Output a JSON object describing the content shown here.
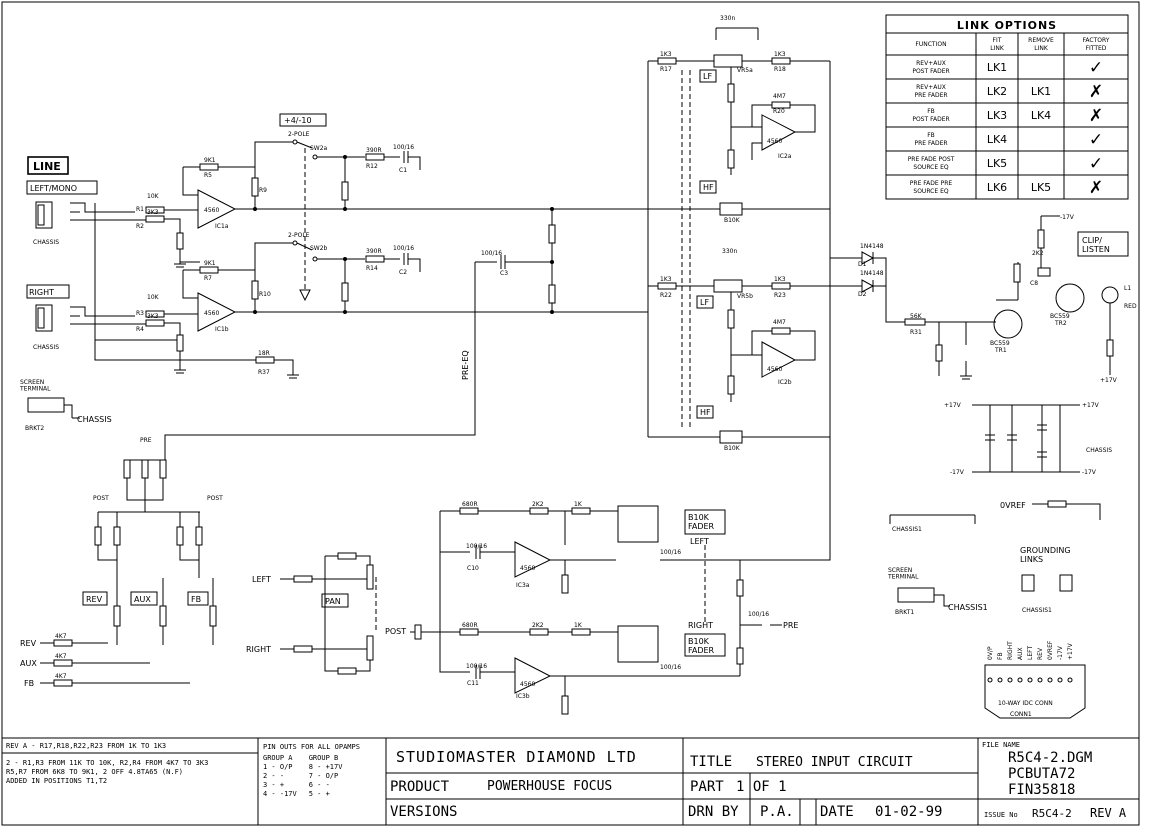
{
  "link_options": {
    "title": "LINK OPTIONS",
    "headers": [
      "FUNCTION",
      "FIT\nLINK",
      "REMOVE\nLINK",
      "FACTORY\nFITTED"
    ],
    "rows": [
      {
        "function": "REV+AUX\nPOST FADER",
        "fit": "LK1",
        "remove": "",
        "fitted": "✓"
      },
      {
        "function": "REV+AUX\nPRE FADER",
        "fit": "LK2",
        "remove": "LK1",
        "fitted": "✗"
      },
      {
        "function": "FB\nPOST FADER",
        "fit": "LK3",
        "remove": "LK4",
        "fitted": "✗"
      },
      {
        "function": "FB\nPRE FADER",
        "fit": "LK4",
        "remove": "",
        "fitted": "✓"
      },
      {
        "function": "PRE FADE POST\nSOURCE EQ",
        "fit": "LK5",
        "remove": "",
        "fitted": "✓"
      },
      {
        "function": "PRE FADE PRE\nSOURCE EQ",
        "fit": "LK6",
        "remove": "LK5",
        "fitted": "✗"
      }
    ]
  },
  "labels": {
    "line": "LINE",
    "left_mono": "LEFT/MONO",
    "right": "RIGHT",
    "chassis": "CHASSIS",
    "plus4_minus10": "+4/-10",
    "clip_listen": "CLIP/\nLISTEN",
    "lf": "LF",
    "hf": "HF",
    "pre_eq": "PRE-EQ",
    "pre": "PRE",
    "post": "POST",
    "rev": "REV",
    "aux": "AUX",
    "fb": "FB",
    "pan": "PAN",
    "left": "LEFT",
    "b10k_fader": "B10K\nFADER",
    "grounding_links": "GROUNDING\nLINKS",
    "chassis1": "CHASSIS1",
    "ovref": "0VREF",
    "plus17v": "+17V",
    "minus17v": "-17V",
    "screen_terminal": "SCREEN\nTERMINAL",
    "brkt2": "BRKT2",
    "brkt1": "BRKT1",
    "conn": "10-WAY IDC CONN",
    "conn_ref": "CONN1"
  },
  "connector_pins": [
    "0V/P",
    "FB",
    "RIGHT",
    "AUX",
    "LEFT",
    "REV",
    "0VREF",
    "-17V",
    "+17V"
  ],
  "revision_notes": [
    "REV A - R17,R18,R22,R23 FROM 1K TO 1K3",
    "2 - R1,R3 FROM 11K TO 10K, R2,R4 FROM 4K7 TO 3K3",
    "    R5,R7 FROM 6K8 TO 9K1, 2 OFF 4.8TA65 (N.F)",
    "    ADDED IN POSITIONS T1,T2"
  ],
  "pinouts": {
    "title": "PIN OUTS FOR ALL OPAMPS",
    "group_a": [
      "GROUP A",
      "1 - O/P",
      "2 - -",
      "3 - +",
      "4 - -17V"
    ],
    "group_b": [
      "GROUP B",
      "8 - +17V",
      "7 - O/P",
      "6 - -",
      "5 - +"
    ]
  },
  "title_block": {
    "company": "STUDIOMASTER DIAMOND LTD",
    "title_label": "TITLE",
    "title": "STEREO INPUT CIRCUIT",
    "product_label": "PRODUCT",
    "product": "POWERHOUSE FOCUS",
    "part_label": "PART",
    "part": "1 OF 1",
    "versions_label": "VERSIONS",
    "drn_label": "DRN BY",
    "drn": "P.A.",
    "date_label": "DATE",
    "date": "01-02-99",
    "file_name_label": "FILE NAME",
    "file_name": "R5C4-2.DGM",
    "pcb": "PCBUTA72",
    "fin": "FIN35818",
    "issue_label": "ISSUE No",
    "issue": "R5C4-2",
    "rev": "REV A"
  }
}
